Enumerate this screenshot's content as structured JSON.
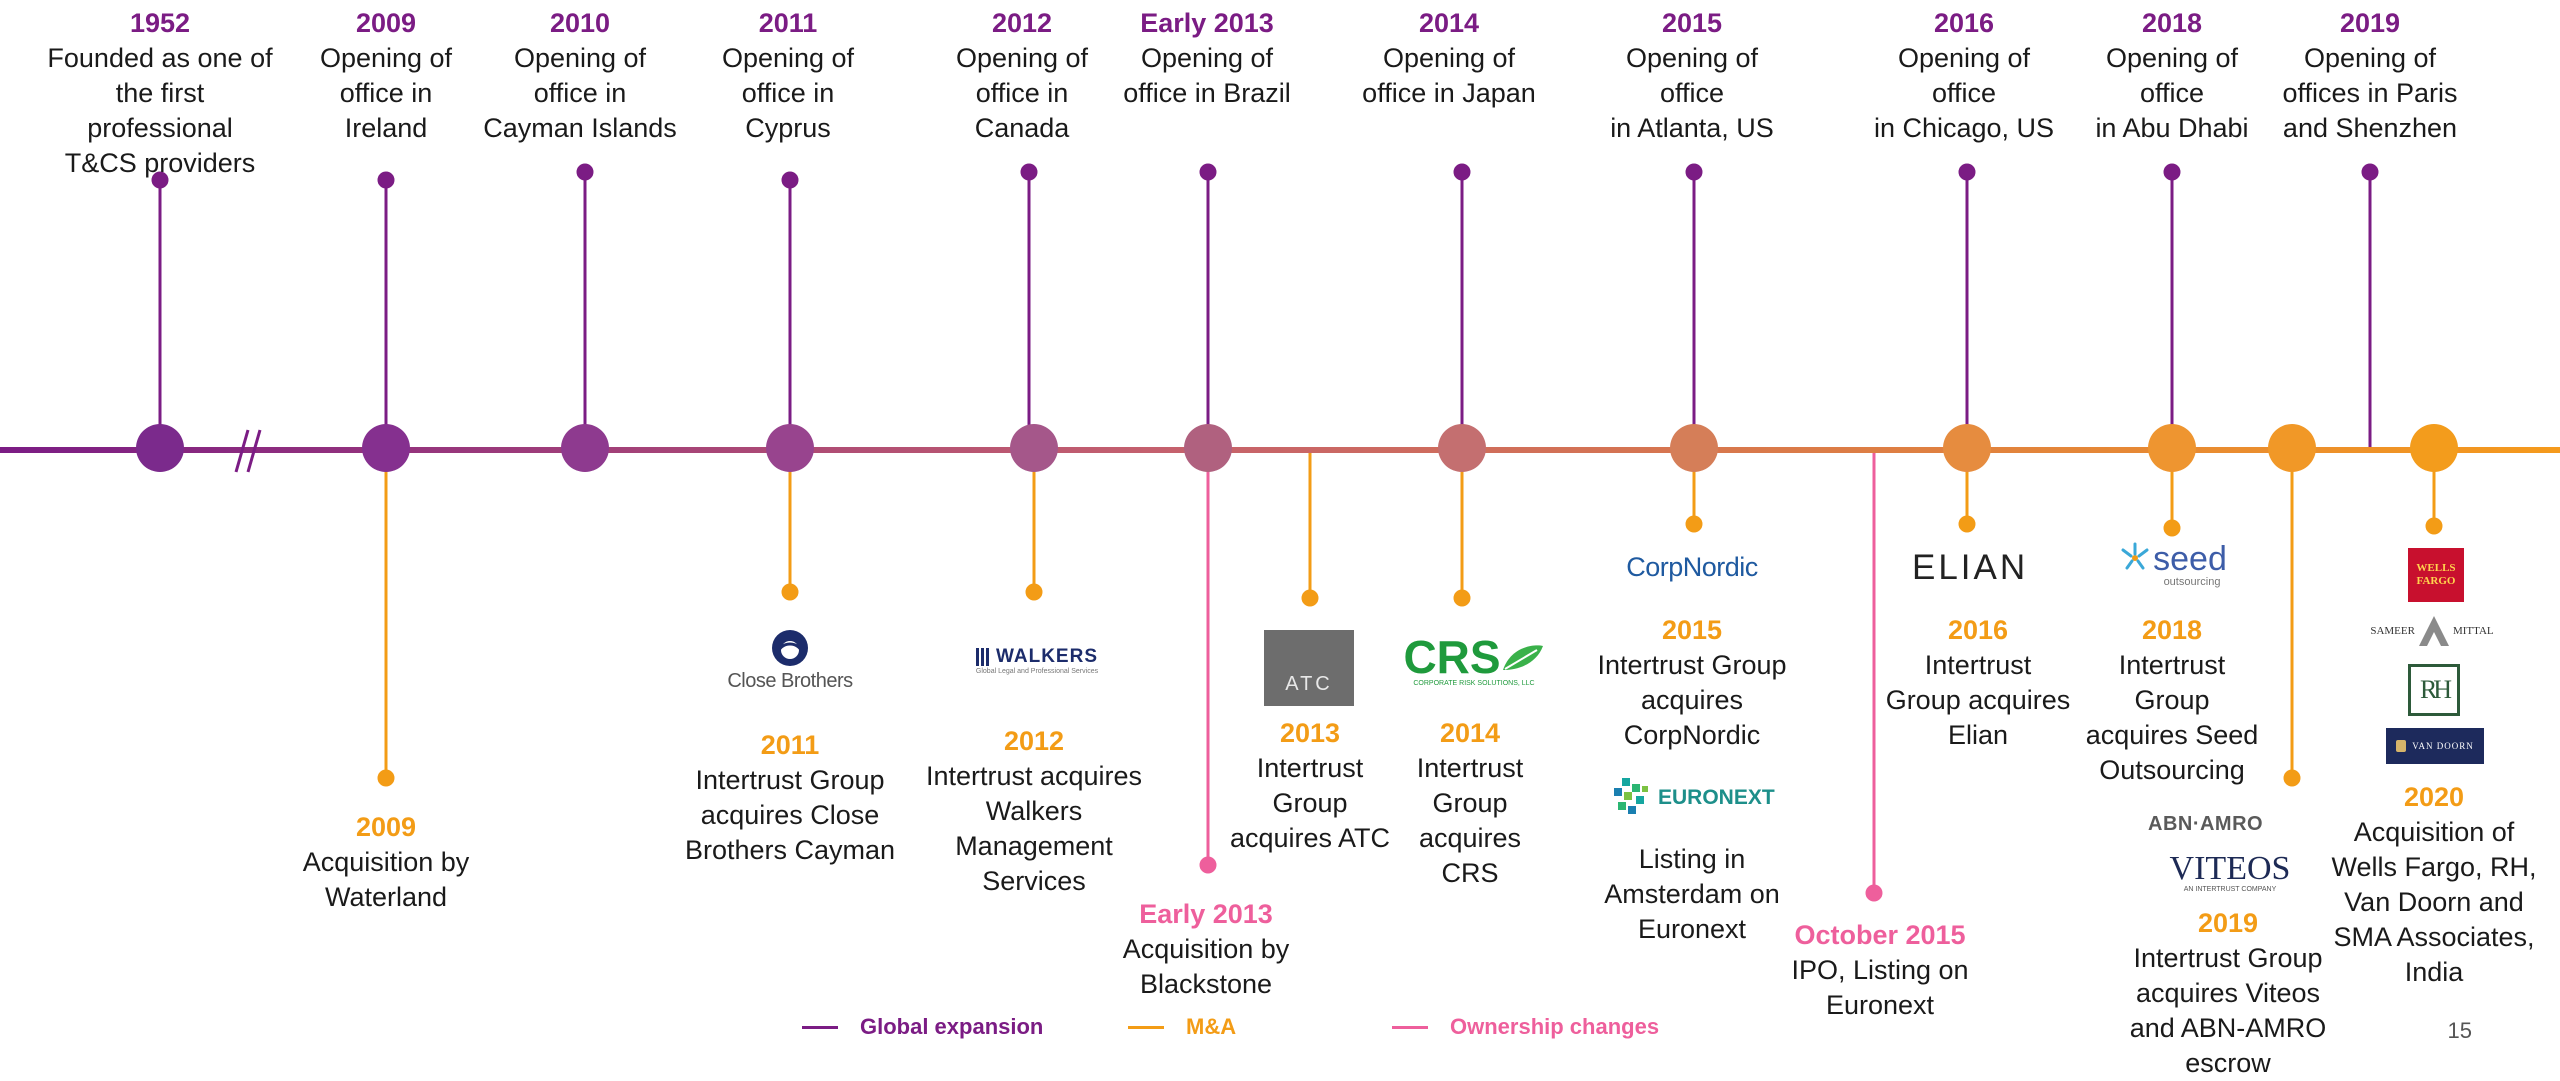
{
  "timeline": {
    "nodes": [
      {
        "year": "1952"
      },
      {
        "year": "2009"
      },
      {
        "year": "2010"
      },
      {
        "year": "2011"
      },
      {
        "year": "2012"
      },
      {
        "year": "Early 2013"
      },
      {
        "year": "2014"
      },
      {
        "year": "2015"
      },
      {
        "year": "2016"
      },
      {
        "year": "2018"
      },
      {
        "year": "2019"
      },
      {
        "year": "2020"
      }
    ]
  },
  "global_expansion": [
    {
      "year": "1952",
      "text": "Founded as one of\nthe first professional\nT&CS providers"
    },
    {
      "year": "2009",
      "text": "Opening of\noffice in\nIreland"
    },
    {
      "year": "2010",
      "text": "Opening of\noffice in\nCayman Islands"
    },
    {
      "year": "2011",
      "text": "Opening of\noffice in\nCyprus"
    },
    {
      "year": "2012",
      "text": "Opening of\noffice in\nCanada"
    },
    {
      "year": "Early 2013",
      "text": "Opening of\noffice in Brazil"
    },
    {
      "year": "2014",
      "text": "Opening of\noffice in Japan"
    },
    {
      "year": "2015",
      "text": "Opening of\noffice\nin Atlanta, US"
    },
    {
      "year": "2016",
      "text": "Opening of\noffice\nin Chicago, US"
    },
    {
      "year": "2018",
      "text": "Opening of\noffice\nin Abu Dhabi"
    },
    {
      "year": "2019",
      "text": "Opening of\noffices in Paris\nand Shenzhen"
    }
  ],
  "mna": [
    {
      "year": "2011",
      "text": "Intertrust Group\nacquires Close\nBrothers Cayman"
    },
    {
      "year": "2012",
      "text": "Intertrust acquires\nWalkers\nManagement\nServices"
    },
    {
      "year": "2013",
      "text": "Intertrust\nGroup\nacquires ATC"
    },
    {
      "year": "2014",
      "text": "Intertrust\nGroup\nacquires\nCRS"
    },
    {
      "year": "2015",
      "text": "Intertrust Group\nacquires\nCorpNordic"
    },
    {
      "year": "2016",
      "text": "Intertrust\nGroup acquires\nElian"
    },
    {
      "year": "2018",
      "text": "Intertrust\nGroup\nacquires Seed\nOutsourcing"
    },
    {
      "year": "2019",
      "text": "Intertrust Group\nacquires Viteos\nand ABN-AMRO\nescrow"
    },
    {
      "year": "2020",
      "text": "Acquisition of\nWells Fargo, RH,\nVan Doorn and\nSMA Associates,\nIndia"
    }
  ],
  "ownership": [
    {
      "year": "2009",
      "text": "Acquisition by\nWaterland"
    },
    {
      "year": "Early 2013",
      "text": "Acquisition by\nBlackstone"
    },
    {
      "year": "October 2015",
      "text": "IPO, Listing on\nEuronext"
    }
  ],
  "listing": {
    "text": "Listing in\nAmsterdam on\nEuronext"
  },
  "logos": {
    "close_brothers": "Close Brothers",
    "walkers": "WALKERS",
    "walkers_tagline": "Global Legal and Professional Services",
    "atc": "ATC",
    "crs": "CRS",
    "crs_tagline": "CORPORATE RISK SOLUTIONS, LLC",
    "corpnordic": "CorpNordic",
    "euronext": "EURONEXT",
    "elian": "ELIAN",
    "seed": "seed",
    "seed_sub": "outsourcing",
    "abn_amro": "ABN·AMRO",
    "viteos": "VITEOS",
    "viteos_sub": "AN INTERTRUST COMPANY",
    "wells_fargo_1": "WELLS",
    "wells_fargo_2": "FARGO",
    "sameer_mittal_1": "SAMEER",
    "sameer_mittal_2": "MITTAL",
    "rh": "RH",
    "van_doorn": "VAN DOORN"
  },
  "legend": {
    "global": "Global expansion",
    "mna": "M&A",
    "ownership": "Ownership changes"
  },
  "page_number": "15",
  "colors": {
    "purple": "#7b1c84",
    "orange": "#f39c16",
    "pink": "#ee5f9c"
  }
}
